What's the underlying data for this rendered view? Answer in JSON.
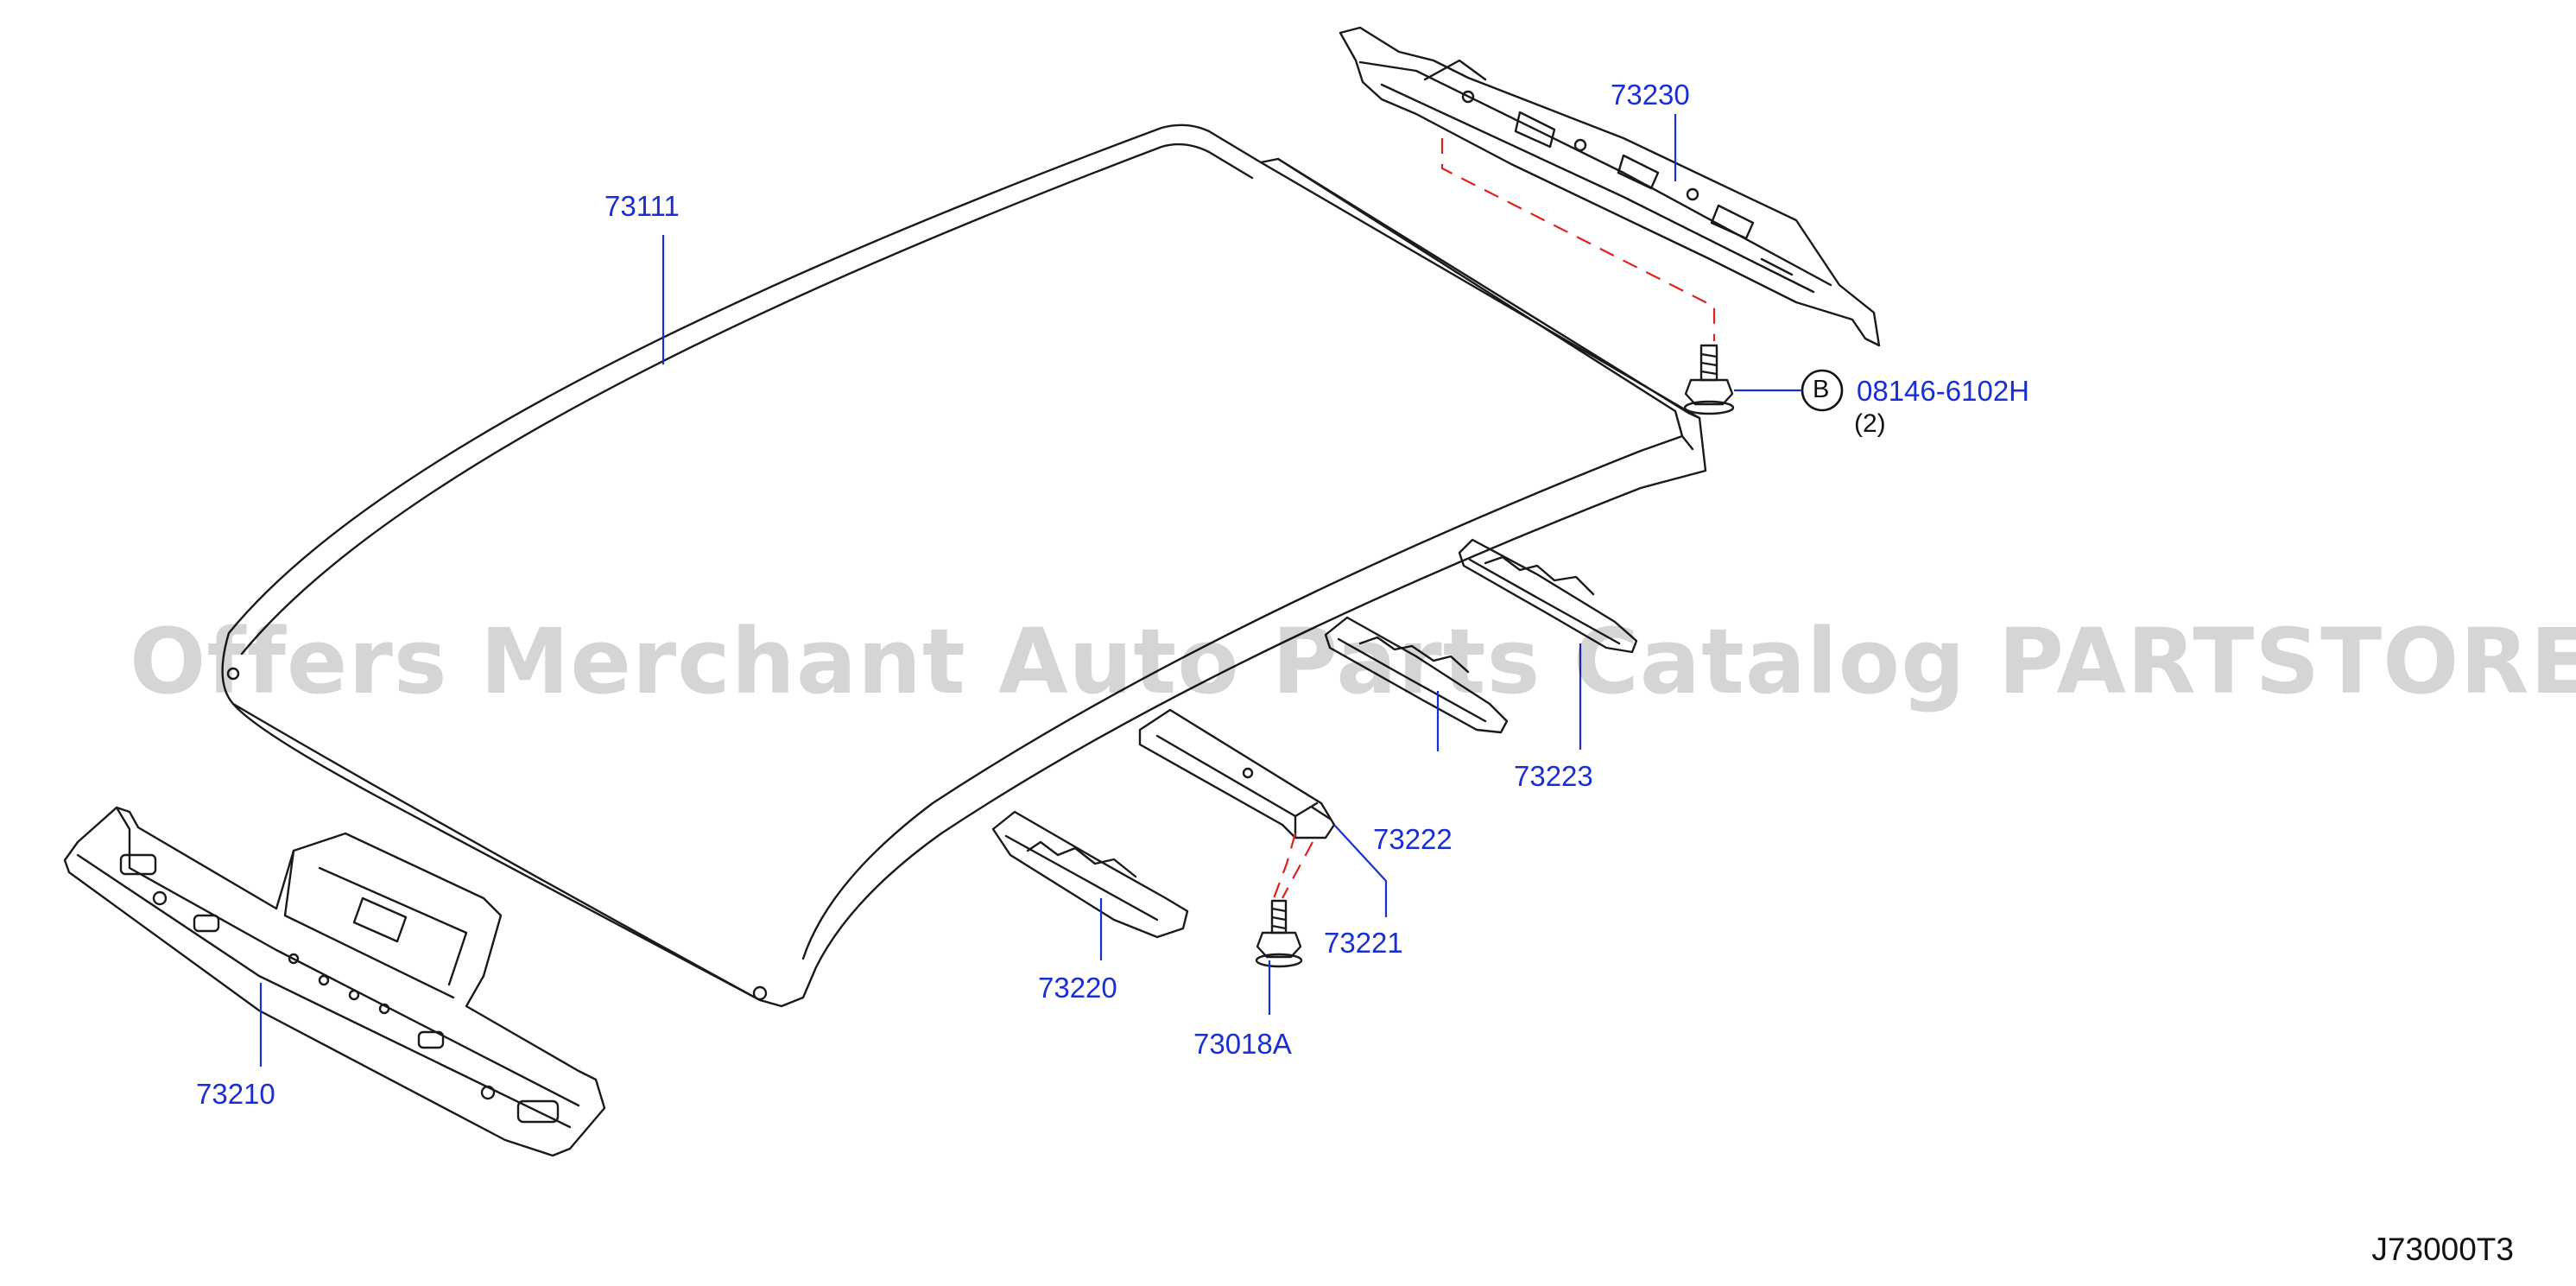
{
  "diagram": {
    "id": "J73000T3",
    "watermark": "Offers Merchant Auto Parts Catalog PARTSTORE.SA",
    "parts": [
      {
        "label": "73111"
      },
      {
        "label": "73230"
      },
      {
        "label": "08146-6102H",
        "marker": "B",
        "quantity": "(2)"
      },
      {
        "label": "73223"
      },
      {
        "label": "73222"
      },
      {
        "label": "73221"
      },
      {
        "label": "73220"
      },
      {
        "label": "73018A"
      },
      {
        "label": "73210"
      }
    ]
  },
  "colors": {
    "label_text": "#1a2ed6",
    "line_art": "#1a1a1a",
    "leader_line": "#1a2ed6",
    "dashed_guide": "#e02020",
    "background": "#ffffff"
  }
}
